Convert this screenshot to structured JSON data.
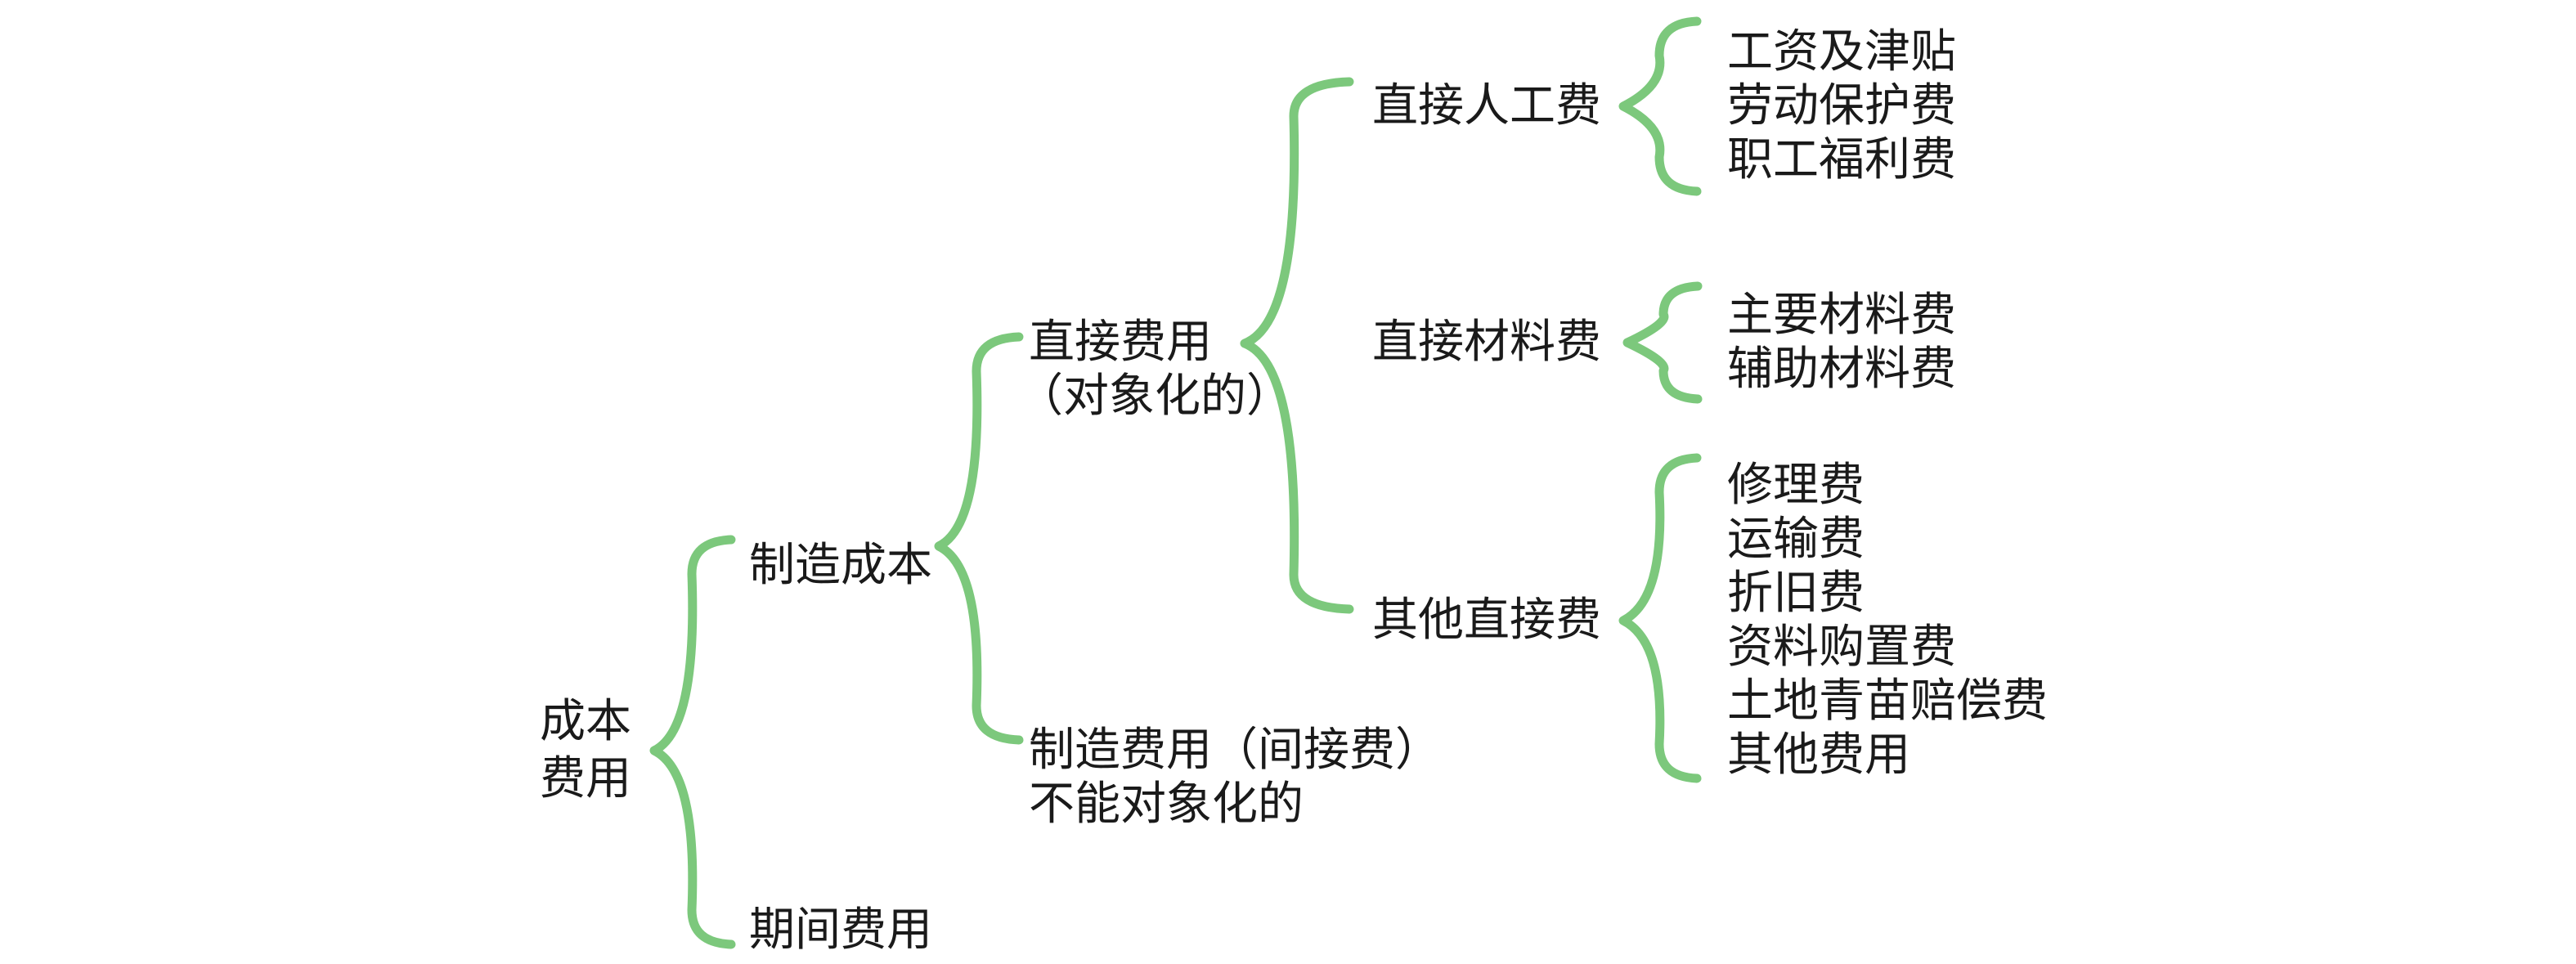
{
  "colors": {
    "background": "#ffffff",
    "text": "#1a1a1a",
    "brace": "#7cc87c"
  },
  "tree": {
    "root": {
      "line1": "成本",
      "line2": "费用"
    },
    "level2": {
      "manufacturing_cost": "制造成本",
      "period_expense": "期间费用"
    },
    "level3": {
      "direct_expense_line1": "直接费用",
      "direct_expense_line2": "（对象化的）",
      "overhead_line1": "制造费用（间接费）",
      "overhead_line2": "不能对象化的"
    },
    "level4": {
      "direct_labor": "直接人工费",
      "direct_material": "直接材料费",
      "other_direct": "其他直接费"
    },
    "leaves": {
      "labor": [
        "工资及津贴",
        "劳动保护费",
        "职工福利费"
      ],
      "material": [
        "主要材料费",
        "辅助材料费"
      ],
      "other": [
        "修理费",
        "运输费",
        "折旧费",
        "资料购置费",
        "土地青苗赔偿费",
        "其他费用"
      ]
    }
  }
}
